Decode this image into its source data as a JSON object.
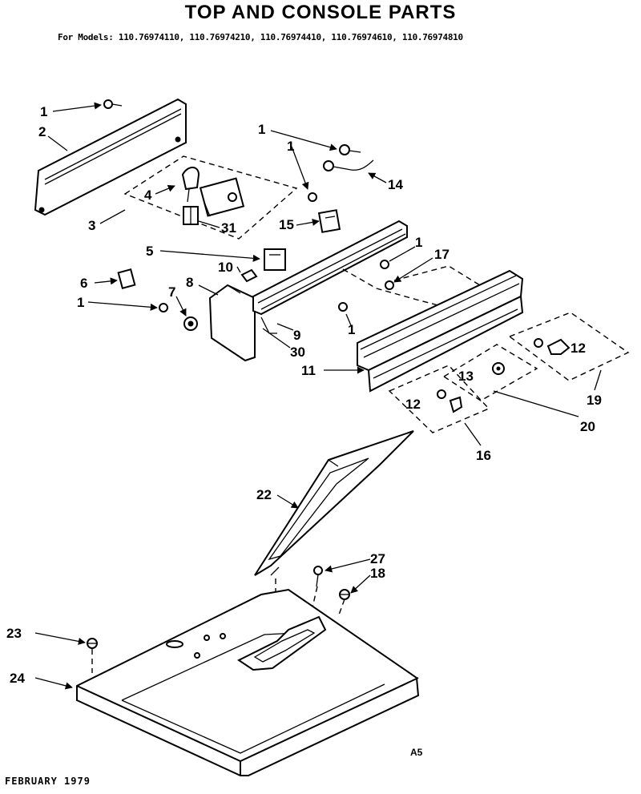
{
  "header": {
    "title": "TOP AND CONSOLE PARTS",
    "models": "For Models: 110.76974110, 110.76974210, 110.76974410, 110.76974610, 110.76974810"
  },
  "footer": {
    "date": "FEBRUARY 1979",
    "code": "A5"
  },
  "callouts": {
    "c1a": "1",
    "c2": "2",
    "c3": "3",
    "c4": "4",
    "c31": "31",
    "c1b": "1",
    "c1c": "1",
    "c14": "14",
    "c15": "15",
    "c5": "5",
    "c10": "10",
    "c8": "8",
    "c6": "6",
    "c7": "7",
    "c1d": "1",
    "c9": "9",
    "c30": "30",
    "c1e": "1",
    "c11": "11",
    "c1f": "1",
    "c17": "17",
    "c12a": "12",
    "c19": "19",
    "c20": "20",
    "c13": "13",
    "c12b": "12",
    "c16": "16",
    "c22": "22",
    "c27": "27",
    "c18": "18",
    "c23": "23",
    "c24": "24"
  }
}
